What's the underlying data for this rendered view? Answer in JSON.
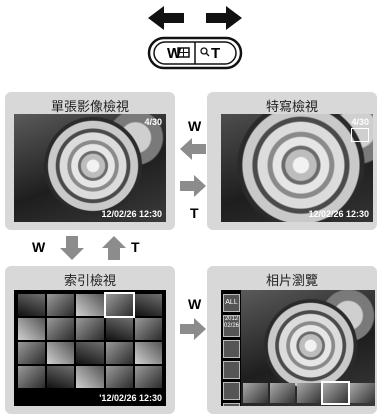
{
  "zoom_lever": {
    "w_label": "W",
    "t_label": "T"
  },
  "panels": {
    "single": {
      "title": "單張影像檢視",
      "frame_no": "4/30",
      "datetime": "12/02/26  12:30"
    },
    "closeup": {
      "title": "特寫檢視",
      "frame_no": "4/30",
      "datetime": "12/02/26  12:30"
    },
    "index": {
      "title": "索引檢視",
      "datetime": "'12/02/26  12:30"
    },
    "browse": {
      "title": "相片瀏覽",
      "side_items": [
        "ALL",
        "2012 02/26",
        "",
        "",
        "",
        "",
        ""
      ]
    }
  },
  "transitions": {
    "to_closeup": "W",
    "to_single": "T",
    "to_index": "W",
    "to_single_from_index": "T",
    "to_browse": "W"
  },
  "colors": {
    "panel_bg": "#d8d8d8",
    "arrow_gray": "#8c8c8c",
    "screen_bg": "#000000"
  }
}
